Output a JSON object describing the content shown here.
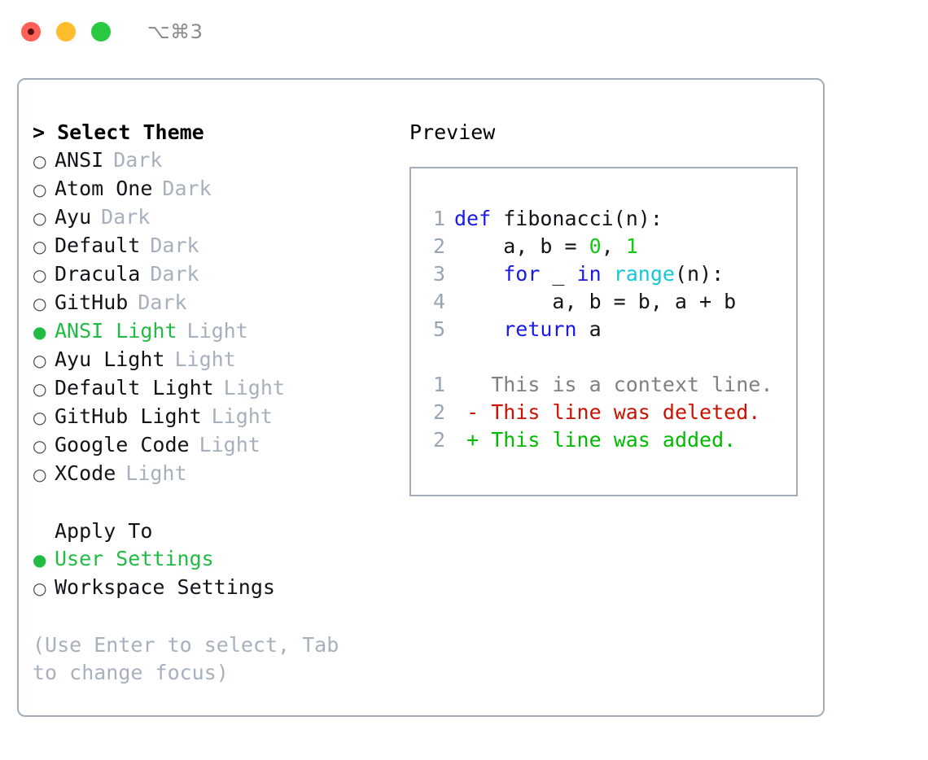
{
  "window": {
    "shortcut": "⌥⌘3",
    "controls": [
      {
        "name": "close",
        "color": "#ff6159"
      },
      {
        "name": "minimize",
        "color": "#ffbd2e"
      },
      {
        "name": "maximize",
        "color": "#28c840"
      }
    ]
  },
  "theme_panel": {
    "header": "> Select Theme",
    "themes": [
      {
        "marker": "○",
        "name": "ANSI",
        "suffix": "Dark",
        "selected": false
      },
      {
        "marker": "○",
        "name": "Atom One",
        "suffix": "Dark",
        "selected": false
      },
      {
        "marker": "○",
        "name": "Ayu",
        "suffix": "Dark",
        "selected": false
      },
      {
        "marker": "○",
        "name": "Default",
        "suffix": "Dark",
        "selected": false
      },
      {
        "marker": "○",
        "name": "Dracula",
        "suffix": "Dark",
        "selected": false
      },
      {
        "marker": "○",
        "name": "GitHub",
        "suffix": "Dark",
        "selected": false
      },
      {
        "marker": "●",
        "name": "ANSI Light",
        "suffix": "Light",
        "selected": true
      },
      {
        "marker": "○",
        "name": "Ayu Light",
        "suffix": "Light",
        "selected": false
      },
      {
        "marker": "○",
        "name": "Default Light",
        "suffix": "Light",
        "selected": false
      },
      {
        "marker": "○",
        "name": "GitHub Light",
        "suffix": "Light",
        "selected": false
      },
      {
        "marker": "○",
        "name": "Google Code",
        "suffix": "Light",
        "selected": false
      },
      {
        "marker": "○",
        "name": "XCode",
        "suffix": "Light",
        "selected": false
      }
    ],
    "apply_to": {
      "header": "Apply To",
      "options": [
        {
          "marker": "●",
          "label": "User Settings",
          "selected": true
        },
        {
          "marker": "○",
          "label": "Workspace Settings",
          "selected": false
        }
      ]
    },
    "hint": "(Use Enter to select, Tab to change focus)"
  },
  "preview": {
    "header": "Preview",
    "code_lines": [
      {
        "lineno": "1",
        "tokens": [
          {
            "text": "def ",
            "type": "kw"
          },
          {
            "text": "fibonacci(n):",
            "type": "plain"
          }
        ]
      },
      {
        "lineno": "2",
        "tokens": [
          {
            "text": "    a, b = ",
            "type": "plain"
          },
          {
            "text": "0",
            "type": "num"
          },
          {
            "text": ", ",
            "type": "plain"
          },
          {
            "text": "1",
            "type": "num"
          }
        ]
      },
      {
        "lineno": "3",
        "tokens": [
          {
            "text": "    ",
            "type": "plain"
          },
          {
            "text": "for",
            "type": "kw"
          },
          {
            "text": " _ ",
            "type": "plain"
          },
          {
            "text": "in",
            "type": "kw"
          },
          {
            "text": " ",
            "type": "plain"
          },
          {
            "text": "range",
            "type": "builtin"
          },
          {
            "text": "(n):",
            "type": "plain"
          }
        ]
      },
      {
        "lineno": "4",
        "tokens": [
          {
            "text": "        a, b = b, a + b",
            "type": "plain"
          }
        ]
      },
      {
        "lineno": "5",
        "tokens": [
          {
            "text": "    ",
            "type": "plain"
          },
          {
            "text": "return",
            "type": "kw"
          },
          {
            "text": " a",
            "type": "plain"
          }
        ]
      }
    ],
    "diff_lines": [
      {
        "lineno": "1",
        "sign": " ",
        "text": "This is a context line.",
        "type": "context"
      },
      {
        "lineno": "2",
        "sign": "-",
        "text": "This line was deleted.",
        "type": "deleted"
      },
      {
        "lineno": "2",
        "sign": "+",
        "text": "This line was added.",
        "type": "added"
      }
    ]
  },
  "colors": {
    "accent_green": "#22bb44",
    "muted": "#a7b0bd",
    "border": "#a3adba",
    "keyword": "#1a1ae6",
    "number": "#13c913",
    "builtin": "#13c8d6",
    "diff_deleted": "#cc1100",
    "diff_added": "#00bb00",
    "diff_context": "#808080",
    "lineno": "#9aa4b2"
  }
}
